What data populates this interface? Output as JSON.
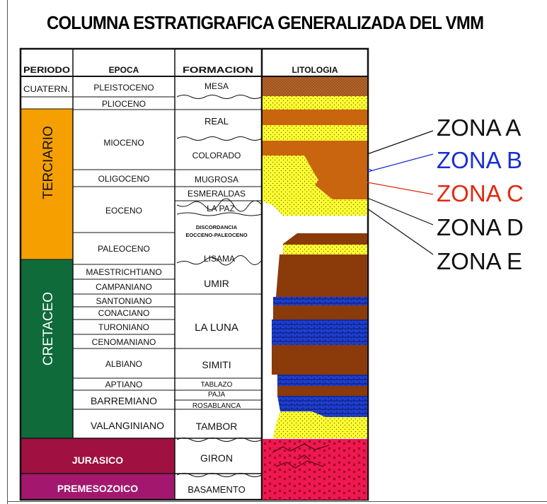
{
  "title": "COLUMNA ESTRATIGRAFICA GENERALIZADA DEL VMM",
  "headers": {
    "periodo": "PERIODO",
    "epoca": "EPOCA",
    "formacion": "FORMACION",
    "litologia": "LITOLOGIA"
  },
  "periods": [
    {
      "label": "CUATERN.",
      "color": "#ffffff",
      "text_color": "#111111"
    },
    {
      "label": "TERCIARIO",
      "color": "#f5a000",
      "text_color": "#111111"
    },
    {
      "label": "CRETACEO",
      "color": "#0f6b3a",
      "text_color": "#ffffff"
    },
    {
      "label": "JURASICO",
      "color": "#a01040",
      "text_color": "#ffffff"
    },
    {
      "label": "PREMESOZOICO",
      "color": "#a3186e",
      "text_color": "#ffffff"
    }
  ],
  "epochs": [
    "PLEISTOCENO",
    "PLIOCENO",
    "MIOCENO",
    "OLIGOCENO",
    "EOCENO",
    "PALEOCENO",
    "MAESTRICHTIANO",
    "CAMPANIANO",
    "SANTONIANO",
    "CONACIANO",
    "TURONIANO",
    "CENOMANIANO",
    "ALBIANO",
    "APTIANO",
    "BARREMIANO",
    "VALANGINIANO"
  ],
  "formations": [
    "MESA",
    "REAL",
    "COLORADO",
    "MUGROSA",
    "ESMERALDAS",
    "LA PAZ",
    "DISCORDANCIA",
    "EOCCENO-PALEOCENO",
    "LISAMA",
    "UMIR",
    "LA LUNA",
    "SIMITI",
    "TABLAZO",
    "PAJA",
    "ROSABLANCA",
    "TAMBOR",
    "GIRON",
    "BASAMENTO"
  ],
  "zones": [
    {
      "label": "ZONA A",
      "color": "#111111"
    },
    {
      "label": "ZONA B",
      "color": "#1a2fcf"
    },
    {
      "label": "ZONA C",
      "color": "#e02a10"
    },
    {
      "label": "ZONA D",
      "color": "#111111"
    },
    {
      "label": "ZONA E",
      "color": "#111111"
    }
  ],
  "lithology_colors": {
    "sandstone": "#ffff33",
    "shale": "#c8650e",
    "dark_shale": "#8b3a0a",
    "limestone": "#1f3fd0",
    "red_beds": "#f01850",
    "quaternary": "#b5652a"
  }
}
